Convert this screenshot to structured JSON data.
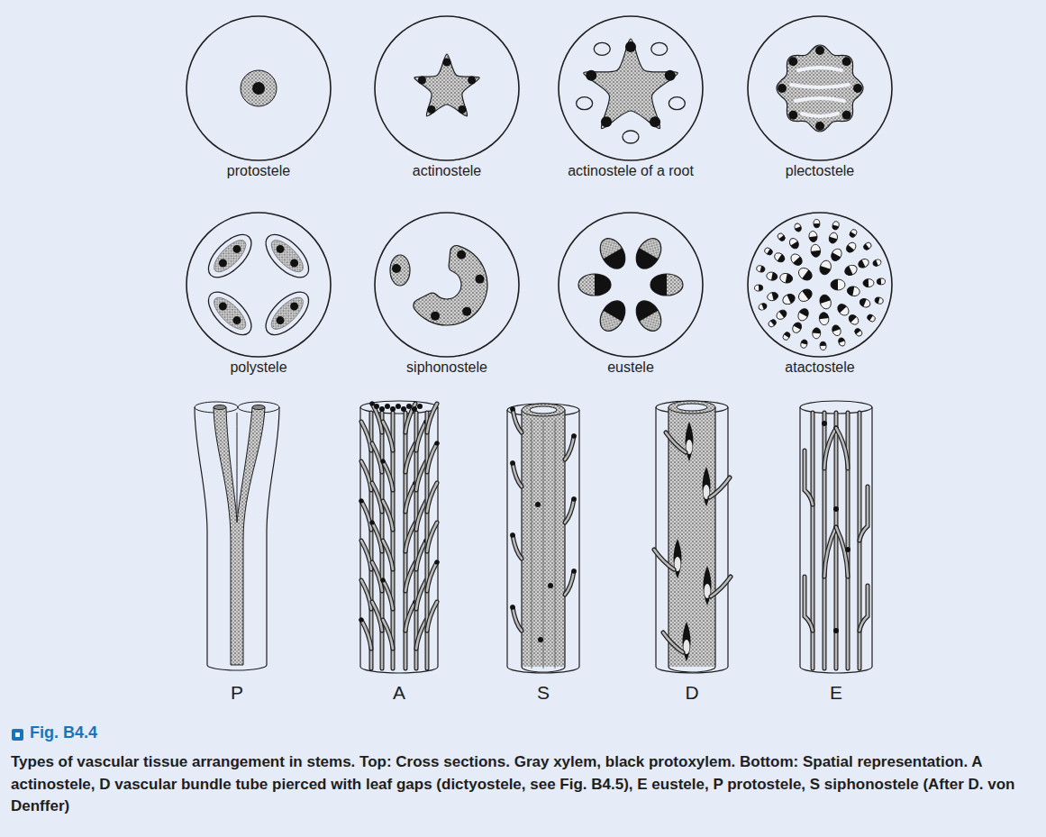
{
  "diagram": {
    "title": "Fig. B4.4",
    "caption": "Types of vascular tissue arrangement in stems. Top: Cross sections. Gray xylem, black protoxylem. Bottom: Spatial representation. A actinostele, D vascular bundle tube pierced with leaf gaps (dictyostele, see Fig. B4.5), E eustele, P protostele, S siphonostele (After D. von Denffer)",
    "labels": [
      "protostele",
      "actinostele",
      "actinostele of a root",
      "plectostele",
      "polystele",
      "siphonostele",
      "eustele",
      "atactostele",
      "P",
      "A",
      "S",
      "D",
      "E"
    ]
  }
}
